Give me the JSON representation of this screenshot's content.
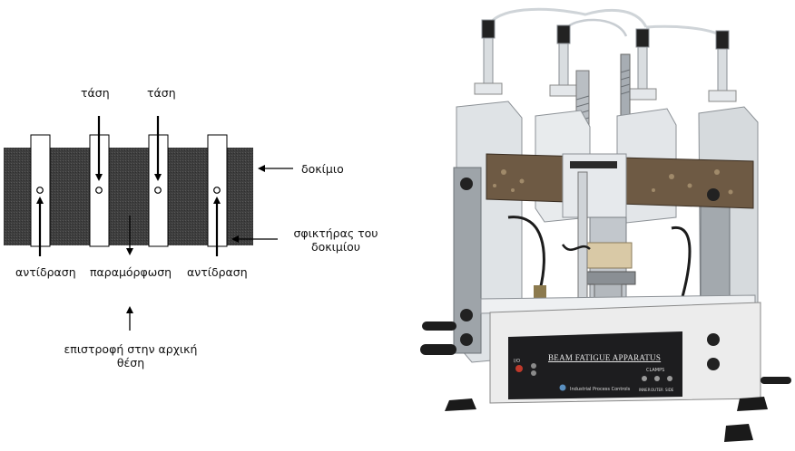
{
  "diagram": {
    "labels": {
      "tension_left": "τάση",
      "tension_right": "τάση",
      "specimen": "δοκίμιο",
      "clamp": "σφικτήρας του δοκιμίου",
      "reaction_left": "αντίδραση",
      "deformation": "παραμόρφωση",
      "reaction_right": "αντίδραση",
      "return": "επιστροφή στην αρχική θέση"
    },
    "colors": {
      "specimen_fill": "#3e3e3e",
      "clamp_fill": "#ffffff",
      "arrow": "#000000"
    }
  },
  "photo": {
    "panel_title": "BEAM FATIGUE APPARATUS",
    "clamps_label": "CLAMPS",
    "clamp_buttons": [
      "INNER",
      "OUTER",
      "SIDE"
    ],
    "brand": "Industrial Process Controls",
    "power_label": "I/O"
  }
}
